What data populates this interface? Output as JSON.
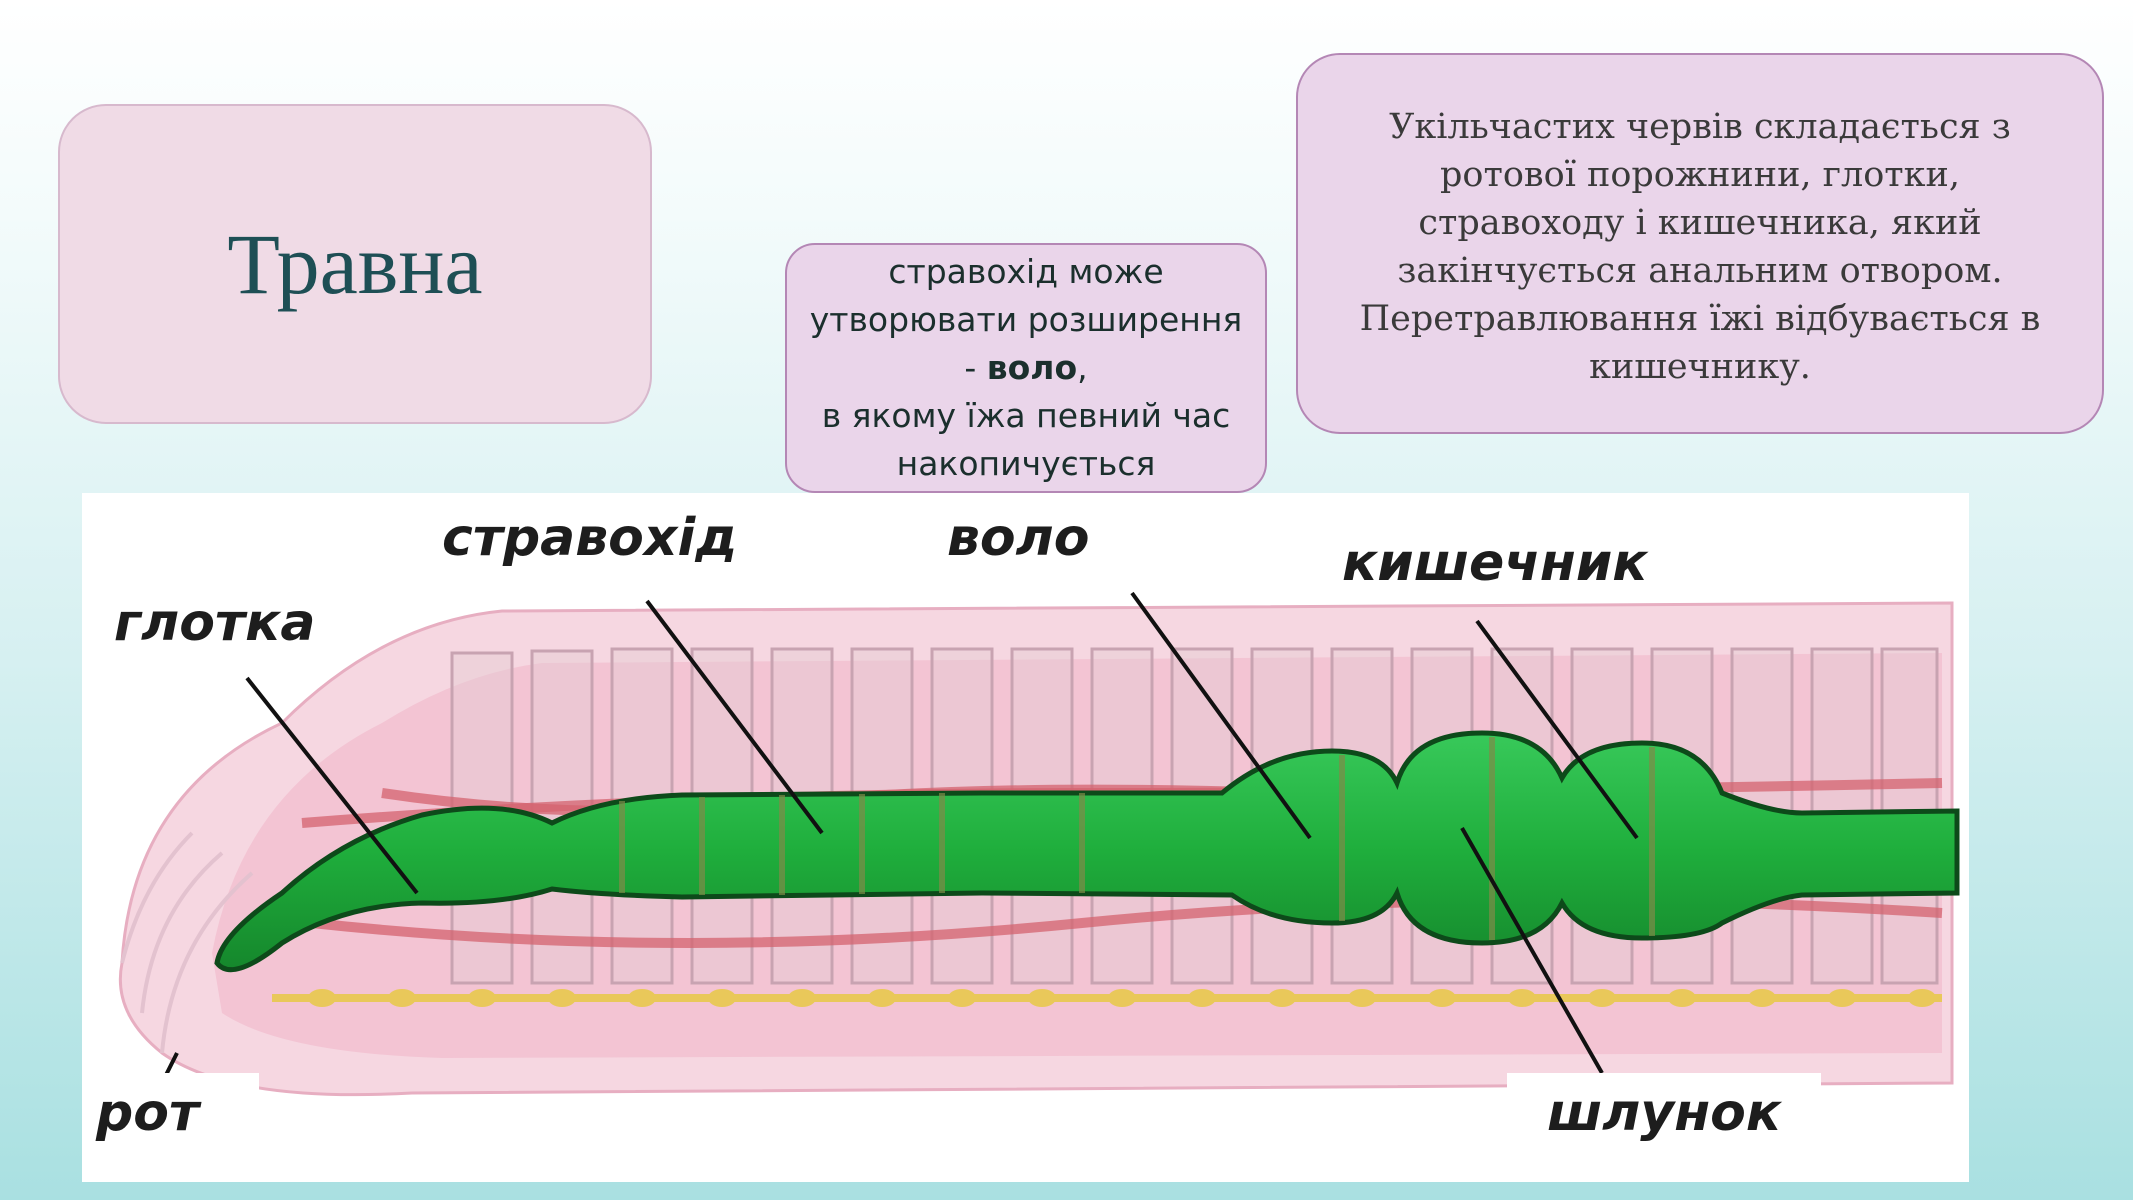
{
  "title": "Травна",
  "crop_note": {
    "line1": "стравохід може",
    "line2": "утворювати розширення",
    "line3_prefix": "- ",
    "line3_bold": "воло",
    "line3_suffix": ",",
    "line4": "в якому їжа певний час",
    "line5": "накопичується"
  },
  "info_text": "Укільчастих червів складається з ротової порожнини, глотки, стравоходу і кишечника, який закінчується анальним отвором. Перетравлювання їжі відбувається в кишечнику.",
  "diagram": {
    "labels": {
      "pharynx": "глотка",
      "esophagus": "стравохід",
      "crop": "воло",
      "intestine": "кишечник",
      "mouth": "рот",
      "gizzard": "шлунок"
    },
    "colors": {
      "gut": "#1fae3c",
      "gut_outline": "#0d4a1a",
      "body_pink": "#f3c4d3",
      "vessel": "#d4636f",
      "nerve": "#e9c85a"
    }
  }
}
